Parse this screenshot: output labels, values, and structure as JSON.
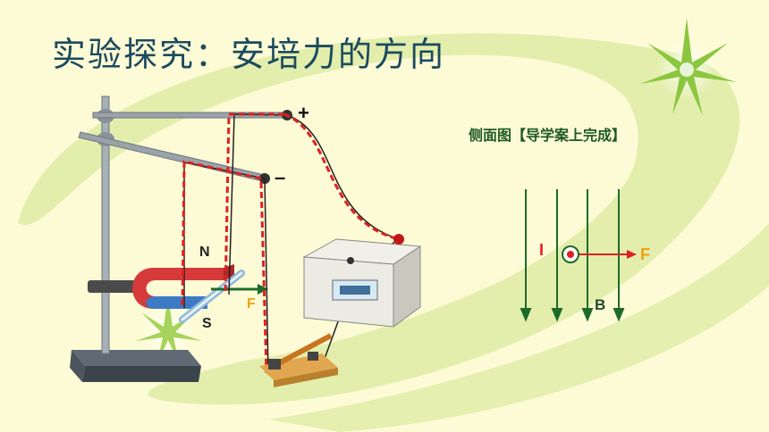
{
  "title": "实验探究：安培力的方向",
  "side_view": {
    "title": "侧面图【导学案上完成】",
    "current_label": "I",
    "force_label": "F",
    "field_label": "B"
  },
  "apparatus": {
    "plus_label": "+",
    "minus_label": "–",
    "north_label": "N",
    "south_label": "S",
    "force_label": "F"
  },
  "colors": {
    "background": "#fdfbd6",
    "swoosh": "#cfe39a",
    "title": "#1c4a5e",
    "side_title": "#1f5a23",
    "field_lines": "#1e6b28",
    "force_arrow": "#e02020",
    "wire_dash": "#e02020",
    "force_label": "#f0a010"
  }
}
